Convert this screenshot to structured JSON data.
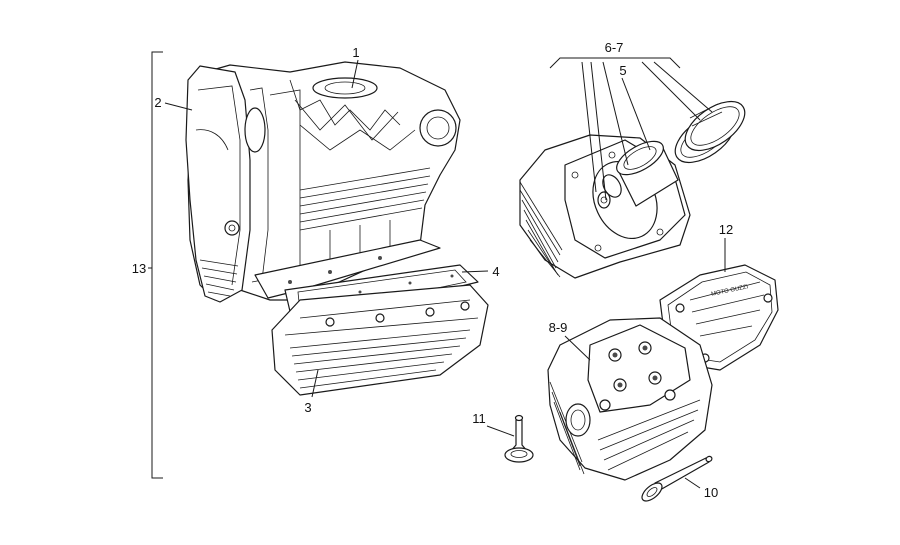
{
  "labels": {
    "l1": "1",
    "l2": "2",
    "l3": "3",
    "l4": "4",
    "l5": "5",
    "l6_7": "6-7",
    "l8_9": "8-9",
    "l10": "10",
    "l11": "11",
    "l12": "12",
    "l13": "13"
  },
  "rocker_cover_text": "MOTO GUZZI"
}
